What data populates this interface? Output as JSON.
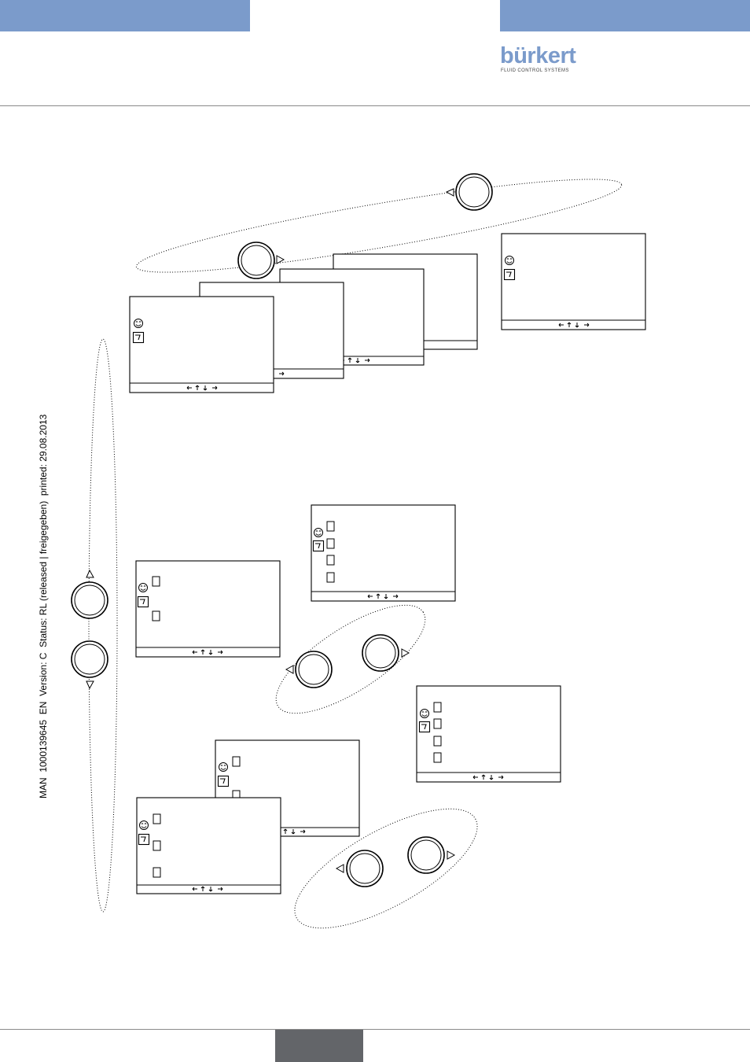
{
  "colors": {
    "header_bar": "#7b9bcb",
    "footer_tab": "#636569",
    "logo": "#7b9bcb"
  },
  "logo": {
    "wordmark": "bürkert",
    "tagline": "FLUID CONTROL SYSTEMS"
  },
  "side_info": "MAN  1000139645  EN  Version: C  Status: RL (released | freigegeben)  printed: 29.08.2013",
  "icons": [
    "smiley-icon",
    "gauge-icon",
    "arrow-keys-icon",
    "push-button-icon",
    "triangle-arrow-icon"
  ]
}
